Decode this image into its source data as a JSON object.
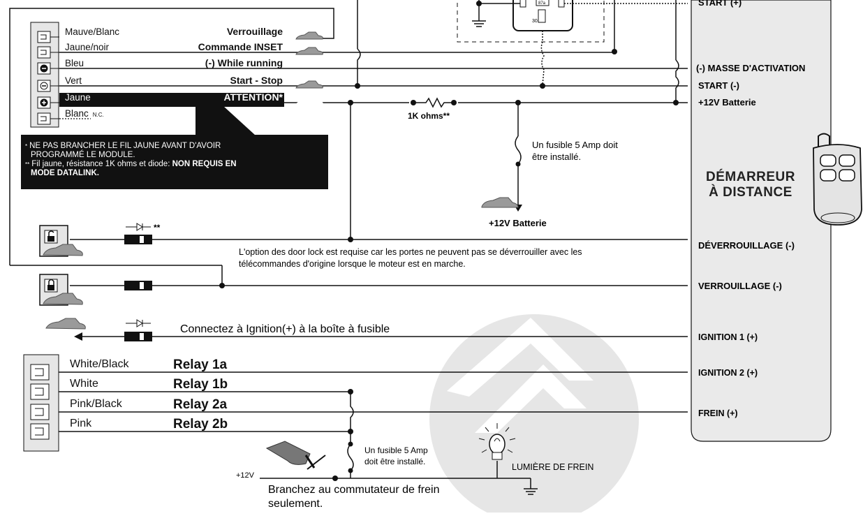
{
  "connector_top": {
    "wires": [
      {
        "color": "Mauve/Blanc",
        "function": "Verrouillage"
      },
      {
        "color": "Jaune/noir",
        "function": "Commande INSET"
      },
      {
        "color": "Bleu",
        "function": "(-) While running"
      },
      {
        "color": "Vert",
        "function": "Start - Stop"
      },
      {
        "color": "Jaune",
        "function": "ATTENTION*"
      },
      {
        "color": "Blanc",
        "function": "",
        "suffix": "N.C."
      }
    ]
  },
  "note": {
    "line1": "NE PAS BRANCHER LE FIL JAUNE AVANT D'AVOIR",
    "line2": "PROGRAMMÉ LE MODULE.",
    "line3_prefix": "Fil jaune, résistance 1K ohms et diode: ",
    "line3_bold": "NON REQUIS EN",
    "line4_bold": "MODE DATALINK."
  },
  "resistor_label": "1K ohms**",
  "fuse_top_label_1": "Un fusible 5 Amp doit",
  "fuse_top_label_2": "être installé.",
  "battery_label": "+12V Batterie",
  "relay_pin_labels": {
    "p87a": "87a",
    "p30": "30"
  },
  "door_lock_note_1": "L'option des door lock est requise car les portes ne peuvent pas se déverrouiller avec les",
  "door_lock_note_2": "télécommandes d'origine lorsque le moteur est en marche.",
  "diode_stars": "**",
  "ignition_note": "Connectez à Ignition(+) à la boîte à fusible",
  "connector_bottom": {
    "wires": [
      {
        "color": "White/Black",
        "function": "Relay 1a"
      },
      {
        "color": "White",
        "function": "Relay 1b"
      },
      {
        "color": "Pink/Black",
        "function": "Relay 2a"
      },
      {
        "color": "Pink",
        "function": "Relay 2b"
      }
    ]
  },
  "fuse_bottom_label_1": "Un fusible 5 Amp",
  "fuse_bottom_label_2": "doit être installé.",
  "brake_plus_label": "+12V",
  "brake_light_label": "LUMIÈRE DE FREIN",
  "brake_switch_note_1": "Branchez au commutateur de frein",
  "brake_switch_note_2": "seulement.",
  "module": {
    "title_line1": "DÉMARREUR",
    "title_line2": "À DISTANCE",
    "pins": [
      "START  (+)",
      "(-) MASSE D'ACTIVATION",
      "START (-)",
      "+12V Batterie",
      "DÉVERROUILLAGE (-)",
      "VERROUILLAGE (-)",
      "IGNITION 1 (+)",
      "IGNITION 2 (+)",
      "FREIN (+)"
    ]
  },
  "colors": {
    "line": "#111111",
    "module_fill": "#e9e9e9",
    "watermark": "#e2e2e2",
    "connector_fill": "#e6e6e6"
  }
}
